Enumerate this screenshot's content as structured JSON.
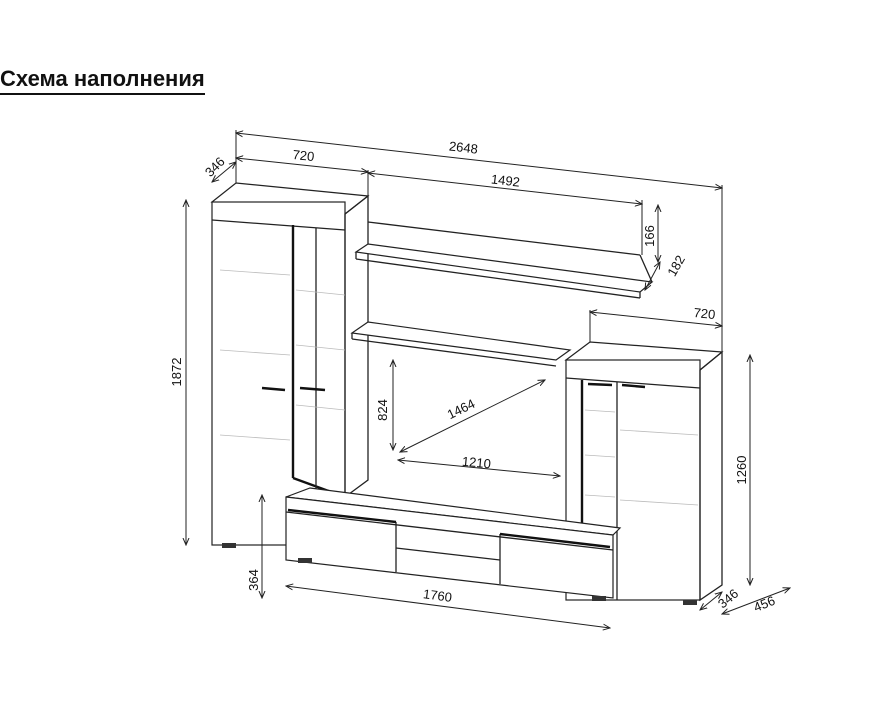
{
  "title": "Схема наполнения",
  "dimensions": {
    "total_width": "2648",
    "left_tower_width": "720",
    "left_tower_depth": "346",
    "shelf_width": "1492",
    "shelf_height": "166",
    "shelf_depth": "182",
    "right_tower_width": "720",
    "tall_height": "1872",
    "right_height": "1260",
    "tv_height": "824",
    "tv_diagonal": "1464",
    "tv_width": "1210",
    "tv_stand_height": "364",
    "tv_stand_width": "1760",
    "right_depth": "346",
    "stand_depth": "456"
  }
}
